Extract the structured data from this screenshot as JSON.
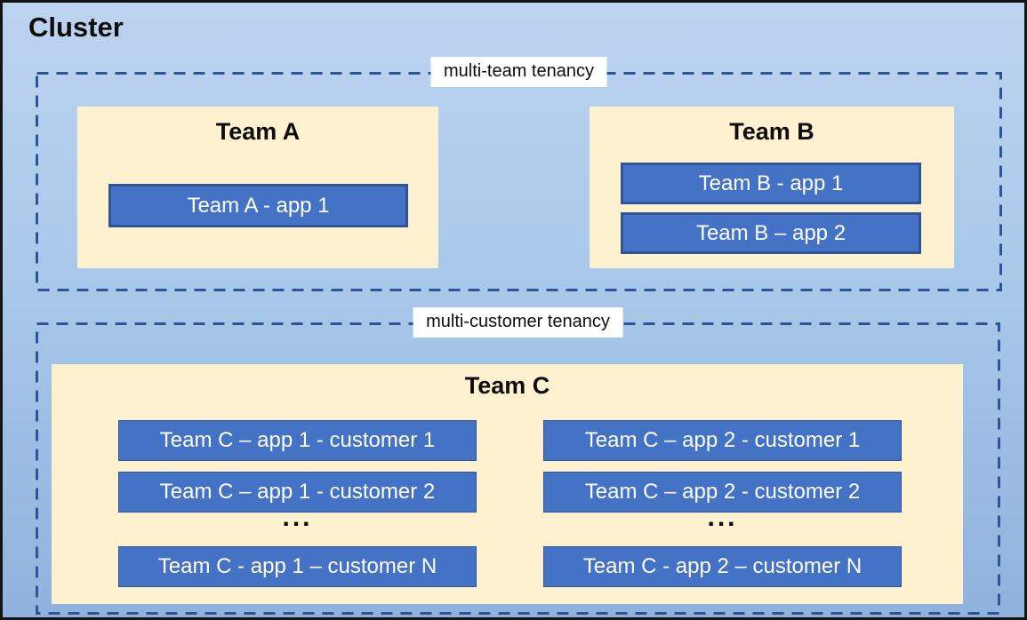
{
  "cluster": {
    "title": "Cluster"
  },
  "zones": {
    "multi_team": {
      "label": "multi-team tenancy",
      "team_a": {
        "title": "Team A",
        "apps": [
          "Team A - app 1"
        ]
      },
      "team_b": {
        "title": "Team B",
        "apps": [
          "Team B - app 1",
          "Team B – app 2"
        ]
      }
    },
    "multi_customer": {
      "label": "multi-customer tenancy",
      "team_c": {
        "title": "Team C",
        "app1_column": {
          "rows": [
            "Team C – app 1 - customer 1",
            "Team C – app 1 - customer 2"
          ],
          "ellipsis": "...",
          "row_n": "Team C - app 1 – customer N"
        },
        "app2_column": {
          "rows": [
            "Team C – app 2 - customer 1",
            "Team C – app 2 - customer 2"
          ],
          "ellipsis": "...",
          "row_n": "Team C - app 2 – customer N"
        }
      }
    }
  },
  "colors": {
    "canvas_gradient_top": "#BDD4F0",
    "canvas_gradient_bottom": "#8FB3DD",
    "outer_border": "#141414",
    "dashed_border": "#2F5496",
    "team_box_fill": "#FDF1CF",
    "app_box_fill": "#4472C4",
    "app_box_border": "#2F5496",
    "app_text": "#FFFFFF",
    "label_background": "#FFFFFF",
    "text": "#0D0D0D"
  }
}
